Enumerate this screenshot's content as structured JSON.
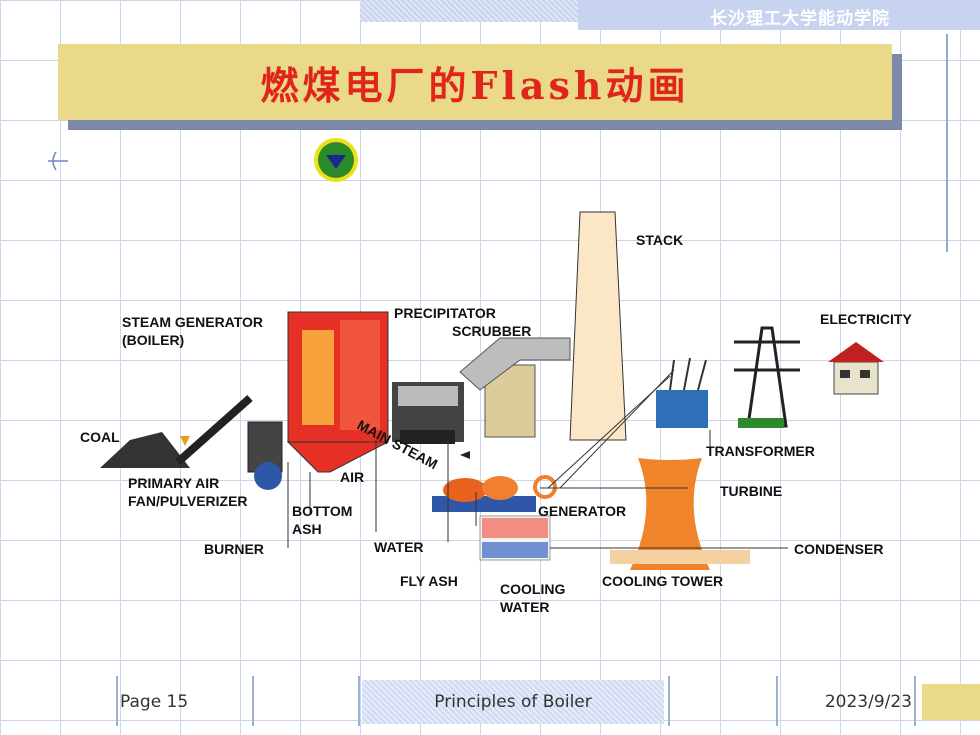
{
  "header": {
    "institution": "长沙理工大学能动学院"
  },
  "slide": {
    "title": "燃煤电厂的Flash动画"
  },
  "diagram": {
    "labels": {
      "stack": "STACK",
      "steam_generator_1": "STEAM GENERATOR",
      "steam_generator_2": "(BOILER)",
      "precipitator": "PRECIPITATOR",
      "scrubber": "SCRUBBER",
      "electricity": "ELECTRICITY",
      "coal": "COAL",
      "transformer": "TRANSFORMER",
      "main_steam": "MAIN STEAM",
      "air": "AIR",
      "primary_air_1": "PRIMARY AIR",
      "primary_air_2": "FAN/PULVERIZER",
      "turbine": "TURBINE",
      "bottom_ash_1": "BOTTOM",
      "bottom_ash_2": "ASH",
      "generator": "GENERATOR",
      "burner": "BURNER",
      "water": "WATER",
      "condenser": "CONDENSER",
      "fly_ash": "FLY ASH",
      "cooling_water_1": "COOLING",
      "cooling_water_2": "WATER",
      "cooling_tower": "COOLING TOWER"
    }
  },
  "footer": {
    "page": "Page 15",
    "center": "Principles of Boiler",
    "date": "2023/9/23"
  },
  "colors": {
    "title_bg": "#ead989",
    "title_text": "#e0261b",
    "grid": "#c9d6ec"
  },
  "icons": {
    "play": "play-down-triangle-icon",
    "back": "back-arrow-icon"
  }
}
